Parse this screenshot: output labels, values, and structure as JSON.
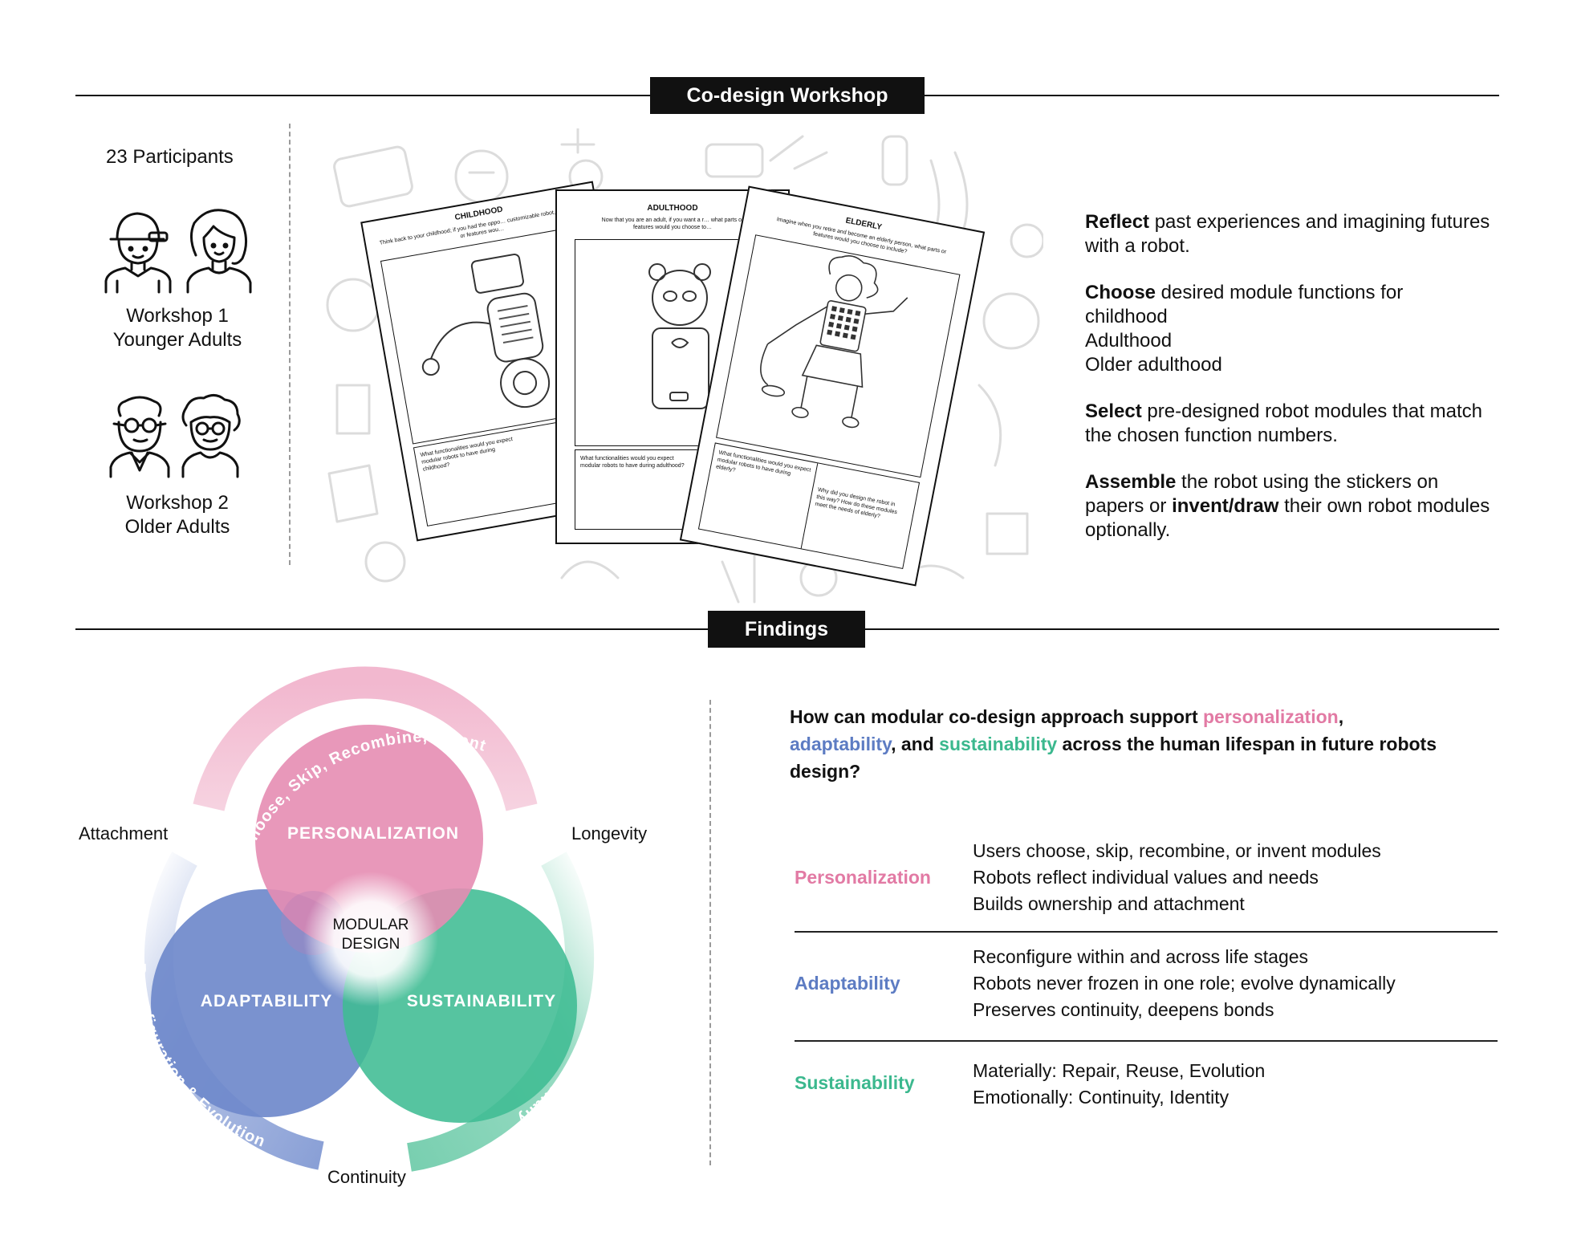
{
  "workshop": {
    "header": "Co-design Workshop",
    "participants": "23 Participants",
    "w1_line1": "Workshop 1",
    "w1_line2": "Younger Adults",
    "w2_line1": "Workshop 2",
    "w2_line2": "Older Adults",
    "sheets": {
      "childhood_title": "CHILDHOOD",
      "childhood_prompt": "Think back to your childhood; if you had the oppo… customizable robot, what parts or features wou…",
      "childhood_question": "What functionalities would you expect modular robots to have during childhood?",
      "adulthood_title": "ADULTHOOD",
      "adulthood_prompt": "Now that you are an adult, if you want a r… what parts or features would you choose to…",
      "adulthood_question": "What functionalities would you expect modular robots to have during adulthood?",
      "elderly_title": "ELDERLY",
      "elderly_prompt": "Imagine when you retire and become an elderly person, what parts or features would you choose to include?",
      "elderly_q1": "What functionalities would you expect modular robots to have during elderly?",
      "elderly_q2": "Why did you design the robot in this way? How do these modules meet the needs of elderly?"
    },
    "steps": [
      {
        "verb": "Reflect",
        "rest": " past experiences and imagining futures with a robot."
      },
      {
        "verb": "Choose",
        "rest": " desired module functions for",
        "list": [
          "childhood",
          "Adulthood",
          "Older adulthood"
        ]
      },
      {
        "verb": "Select",
        "rest": " pre-designed robot modules that match the chosen function numbers."
      },
      {
        "verb": "Assemble",
        "rest": " the robot using the stickers on papers or ",
        "verb2": "invent/draw",
        "rest2": " their own robot modules optionally."
      }
    ]
  },
  "findings": {
    "header": "Findings",
    "diagram": {
      "center": [
        "MODULAR",
        "DESIGN"
      ],
      "circles": {
        "personalization": {
          "label": "PERSONALIZATION",
          "color": "#e58db3"
        },
        "adaptability": {
          "label": "ADAPTABILITY",
          "color": "#6f89cb"
        },
        "sustainability": {
          "label": "SUSTAINABILITY",
          "color": "#3fbc93"
        }
      },
      "arcs": {
        "top": "Choose, Skip, Recombine, Invent",
        "left": "Reconfiguration & Evolution",
        "right": "Materially, Emotionally"
      },
      "corners": {
        "attachment": "Attachment",
        "longevity": "Longevity",
        "continuity": "Continuity"
      }
    },
    "question": {
      "p1": "How can modular co-design approach support ",
      "k1": "personalization",
      "p2": ",",
      "k2": "adaptability",
      "p3": ", and ",
      "k3": "sustainability",
      "p4": " across the human lifespan in future robots design?"
    },
    "rows": [
      {
        "label": "Personalization",
        "color": "#e27aa4",
        "lines": [
          "Users choose, skip, recombine, or invent modules",
          "Robots reflect individual values and needs",
          "Builds ownership and attachment"
        ]
      },
      {
        "label": "Adaptability",
        "color": "#5d7cc3",
        "lines": [
          "Reconfigure within and across life stages",
          "Robots never frozen in one role; evolve dynamically",
          "Preserves continuity, deepens bonds"
        ]
      },
      {
        "label": "Sustainability",
        "color": "#3bb88e",
        "lines": [
          "Materially: Repair, Reuse, Evolution",
          "Emotionally: Continuity, Identity"
        ]
      }
    ]
  }
}
